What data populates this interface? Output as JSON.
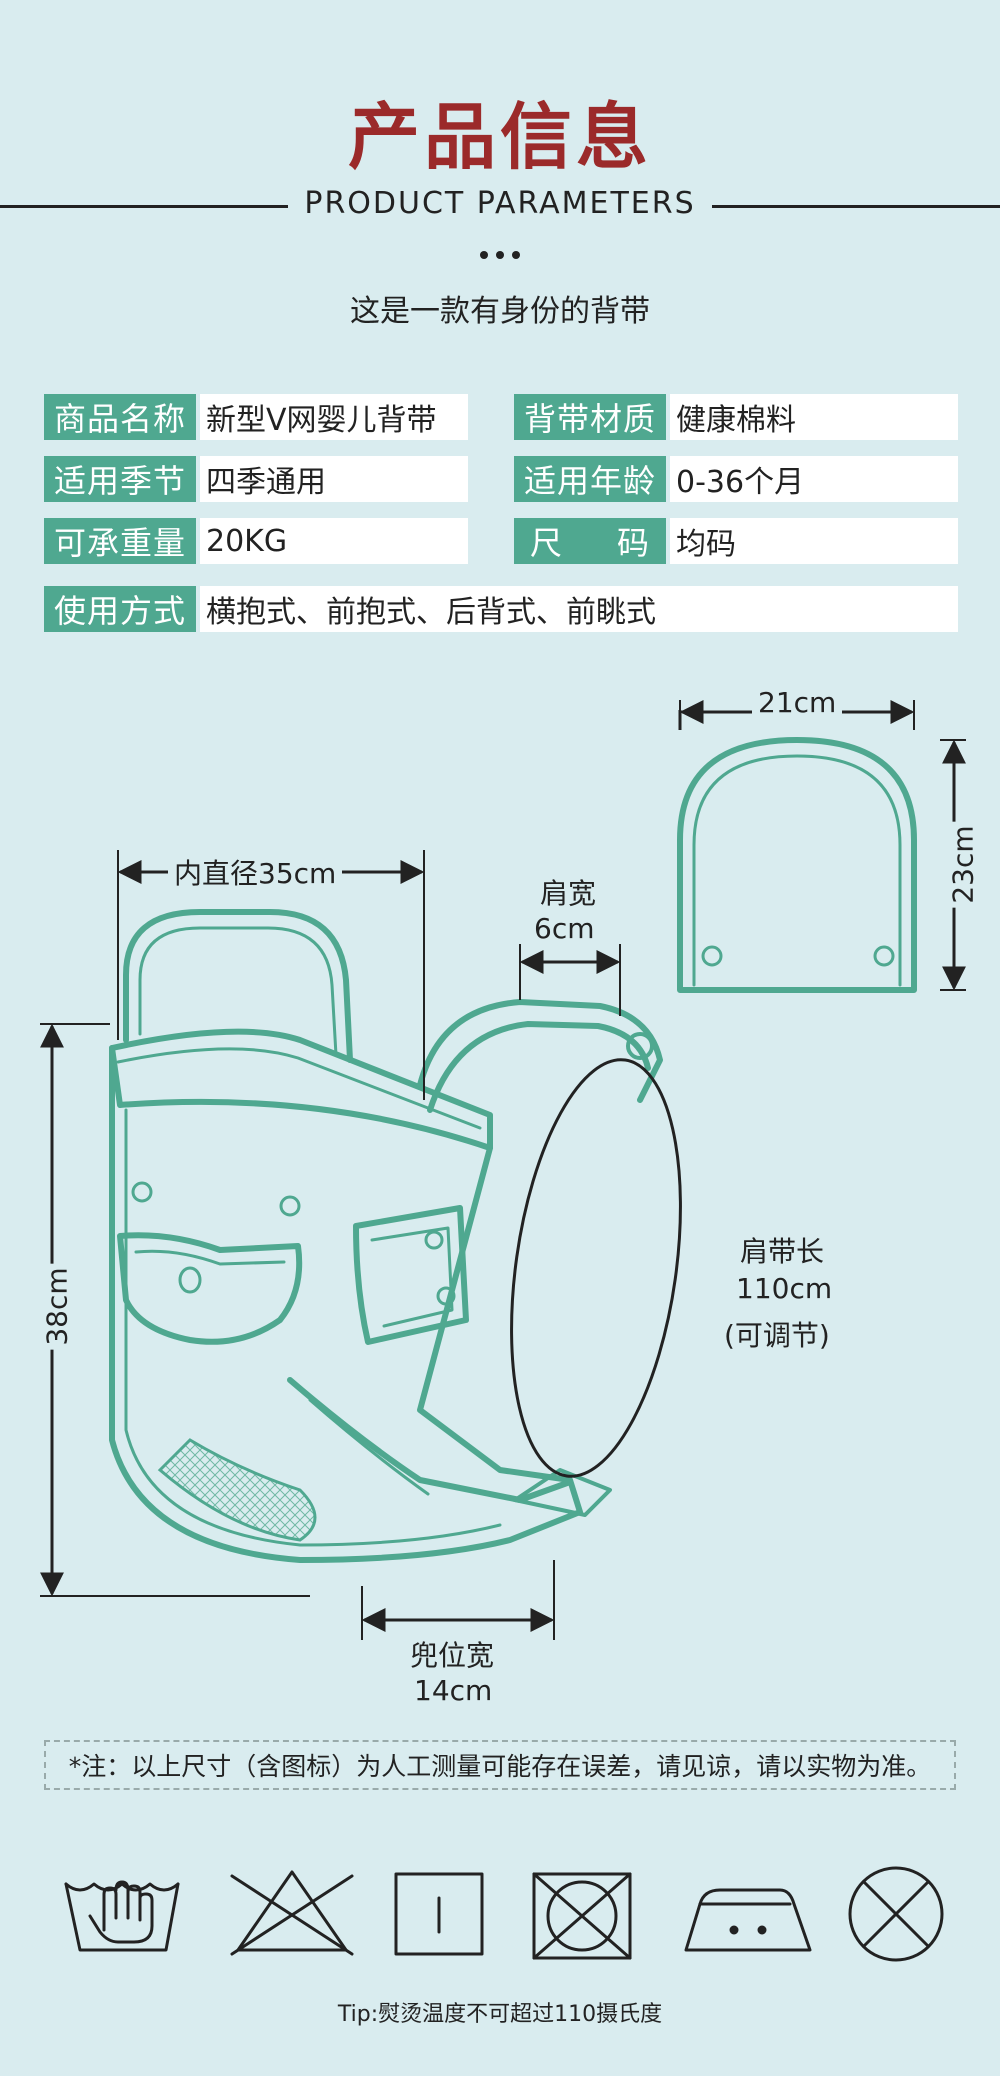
{
  "header": {
    "title": "产品信息",
    "subtitle": "PRODUCT PARAMETERS",
    "tagline": "这是一款有身份的背带"
  },
  "params": [
    {
      "label": "商品名称",
      "value": "新型V网婴儿背带"
    },
    {
      "label": "背带材质",
      "value": "健康棉料"
    },
    {
      "label": "适用季节",
      "value": "四季通用"
    },
    {
      "label": "适用年龄",
      "value": "0-36个月"
    },
    {
      "label": "可承重量",
      "value": "20KG"
    },
    {
      "label_a": "尺",
      "label_b": "码",
      "value": "均码"
    },
    {
      "label": "使用方式",
      "value": "横抱式、前抱式、后背式、前眺式"
    }
  ],
  "dimensions": {
    "hood_width": "21cm",
    "hood_height": "23cm",
    "inner_diameter": "内直径35cm",
    "shoulder_width_label": "肩宽",
    "shoulder_width_value": "6cm",
    "height": "38cm",
    "strap_length_label": "肩带长",
    "strap_length_value": "110cm",
    "strap_adjustable": "(可调节)",
    "seat_width_label": "兜位宽",
    "seat_width_value": "14cm"
  },
  "note": "*注：以上尺寸（含图标）为人工测量可能存在误差，请见谅，请以实物为准。",
  "care_icons": [
    "hand-wash-icon",
    "no-bleach-icon",
    "tumble-dry-icon",
    "no-tumble-dry-icon",
    "iron-medium-icon",
    "no-dry-clean-icon"
  ],
  "tip": "Tip:熨烫温度不可超过110摄氏度",
  "colors": {
    "accent": "#4fa890",
    "title": "#9b2a2a",
    "background": "#d9ecef"
  }
}
